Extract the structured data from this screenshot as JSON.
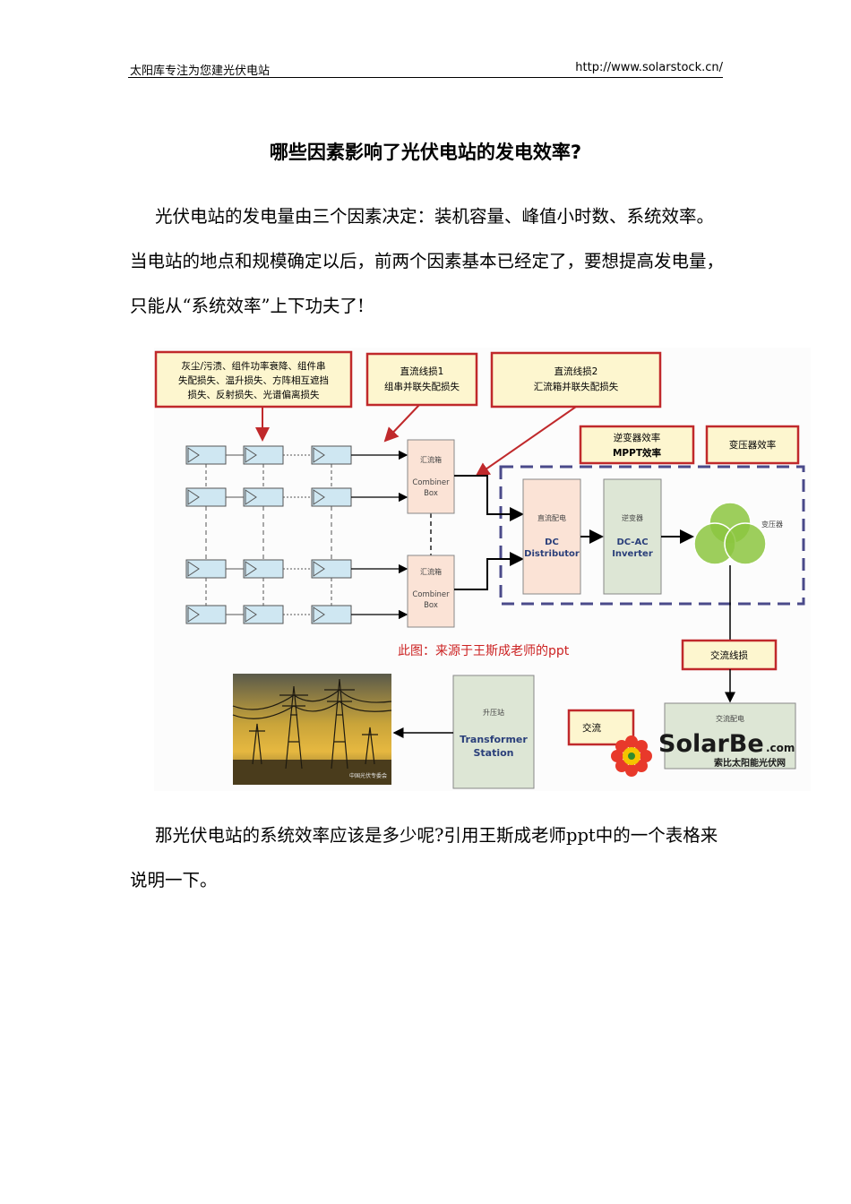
{
  "header": {
    "left": "太阳库专注为您建光伏电站",
    "right": "http://www.solarstock.cn/"
  },
  "title": "哪些因素影响了光伏电站的发电效率?",
  "paragraph1": "光伏电站的发电量由三个因素决定：装机容量、峰值小时数、系统效率。当电站的地点和规模确定以后，前两个因素基本已经定了，要想提高发电量，只能从“系统效率”上下功夫了!",
  "paragraph2": "那光伏电站的系统效率应该是多少呢?引用王斯成老师ppt中的一个表格来说明一下。",
  "diagram": {
    "note_losses": [
      "灰尘/污渍、组件功率衰降、组件串",
      "失配损失、温升损失、方阵相互遮挡",
      "损失、反射损失、光谱偏离损失"
    ],
    "note_dc1": [
      "直流线损1",
      "组串并联失配损失"
    ],
    "note_dc2": [
      "直流线损2",
      "汇流箱并联失配损失"
    ],
    "note_inverter": [
      "逆变器效率",
      "MPPT效率"
    ],
    "note_transformer": "变压器效率",
    "combiner_box_1": [
      "汇流箱",
      "Combiner",
      "Box"
    ],
    "combiner_box_2": [
      "汇流箱",
      "Combiner",
      "Box"
    ],
    "dc_distributor": [
      "直流配电",
      "DC",
      "Distributor"
    ],
    "inverter": [
      "逆变器",
      "DC-AC",
      "Inverter"
    ],
    "transformer_label": "变压器",
    "source_note": "此图：来源于王斯成老师的ppt",
    "ac_line_loss": "交流线损",
    "ac_distribution": "交流配电",
    "station": [
      "升压站",
      "Transformer",
      "Station"
    ],
    "ac_loss_partial": "交流",
    "logo_text": "SolarBe",
    "logo_suffix": ".com",
    "logo_cn": "索比太阳能光伏网",
    "photo_caption": "中国光伏专委会",
    "colors": {
      "note_fill": "#fdf6cf",
      "note_border": "#c0292b",
      "box_fill": "#fbe3d6",
      "green_box_fill": "#dde6d5",
      "panel_fill": "#cfe7f2",
      "dashed_border": "#4a4a8a",
      "transformer_green": "#8cc63f",
      "source_note_color": "#cc2222",
      "logo_green": "#2e8b2e"
    }
  }
}
